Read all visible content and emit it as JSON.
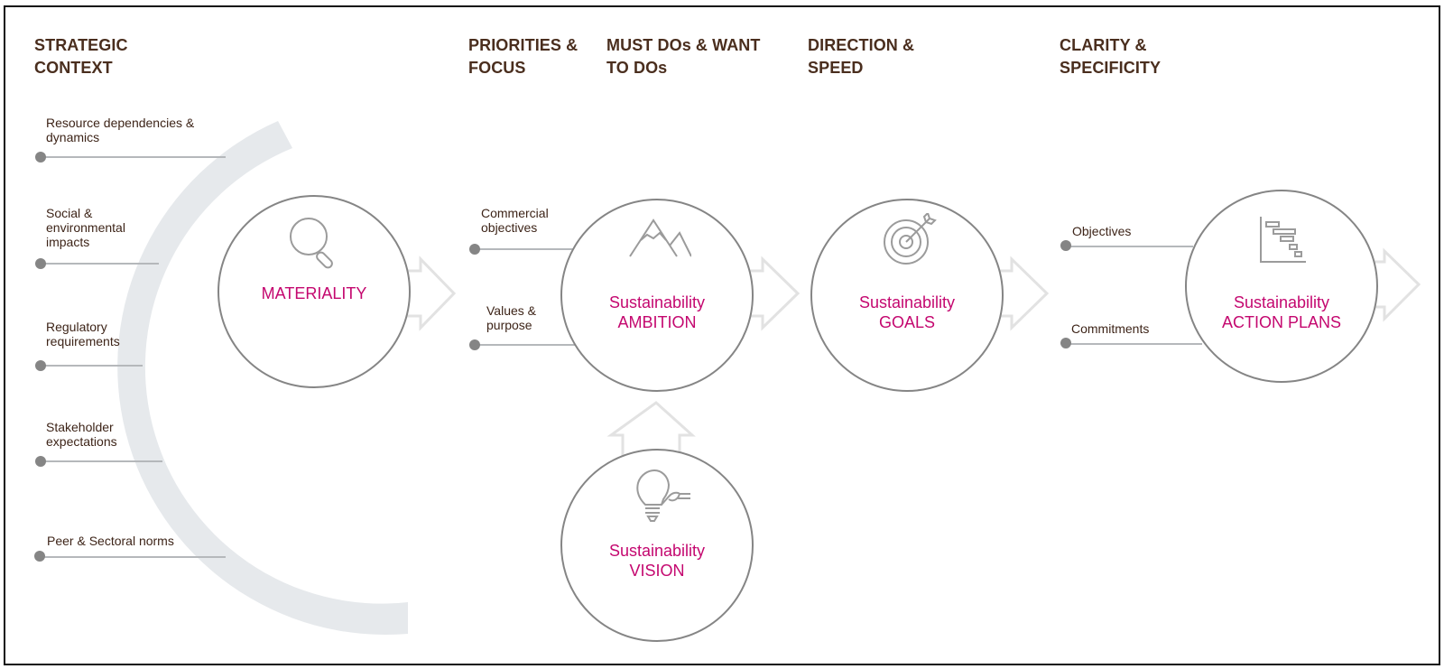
{
  "colors": {
    "heading": "#4a2e1e",
    "label": "#3d2418",
    "accent": "#c4076f",
    "circle_border": "#858585",
    "connector": "#b5b8bb",
    "arc": "#e6e9ec",
    "arrow_outline": "#e2e2e2"
  },
  "headings": [
    {
      "id": "strategic-context",
      "text": "STRATEGIC\nCONTEXT"
    },
    {
      "id": "priorities-focus",
      "text": "PRIORITIES &\nFOCUS"
    },
    {
      "id": "must-dos",
      "text": "MUST DOs & WANT\nTO DOs"
    },
    {
      "id": "direction-speed",
      "text": "DIRECTION &\nSPEED"
    },
    {
      "id": "clarity-specificity",
      "text": "CLARITY &\nSPECIFICITY"
    }
  ],
  "context_inputs": [
    {
      "text": "Resource dependencies &\ndynamics"
    },
    {
      "text": "Social &\nenvironmental\nimpacts"
    },
    {
      "text": "Regulatory\nrequirements"
    },
    {
      "text": "Stakeholder\nexpectations"
    },
    {
      "text": "Peer & Sectoral norms"
    }
  ],
  "ambition_inputs": [
    {
      "text": "Commercial\nobjectives"
    },
    {
      "text": "Values &\npurpose"
    }
  ],
  "action_inputs": [
    {
      "text": "Objectives"
    },
    {
      "text": "Commitments"
    }
  ],
  "stages": [
    {
      "id": "materiality",
      "icon": "magnifier-icon",
      "title": "MATERIALITY"
    },
    {
      "id": "ambition",
      "icon": "mountains-icon",
      "title": "Sustainability\nAMBITION"
    },
    {
      "id": "vision",
      "icon": "lightbulb-hand-icon",
      "title": "Sustainability\nVISION"
    },
    {
      "id": "goals",
      "icon": "target-arrow-icon",
      "title": "Sustainability\nGOALS"
    },
    {
      "id": "action-plans",
      "icon": "gantt-chart-icon",
      "title": "Sustainability\nACTION PLANS"
    }
  ]
}
